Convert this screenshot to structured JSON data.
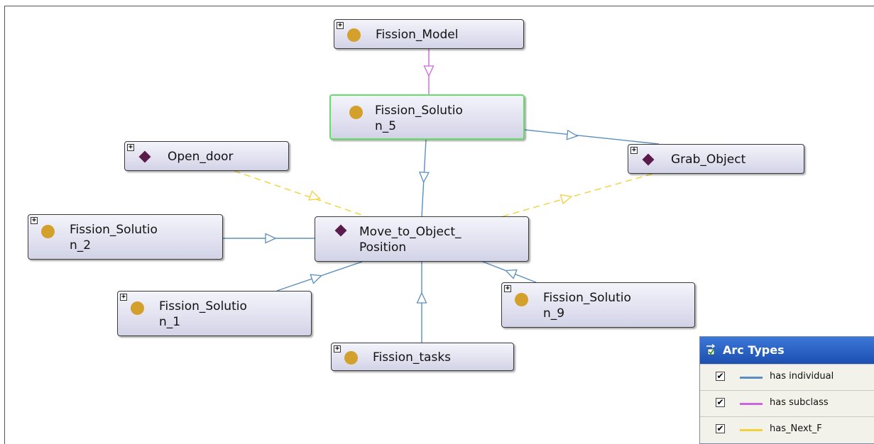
{
  "colors": {
    "individual": "#5b8ec0",
    "subclass": "#cc66dd",
    "next": "#f2d13a",
    "class_dot": "#d4a02c",
    "individual_diamond": "#5a1a4a"
  },
  "nodes": [
    {
      "id": "fission_model",
      "kind": "class",
      "expandable": true,
      "selected": false,
      "lines": [
        "Fission_Model"
      ]
    },
    {
      "id": "fission_solution_5",
      "kind": "class",
      "expandable": false,
      "selected": true,
      "lines": [
        "Fission_Solutio",
        "n_5"
      ]
    },
    {
      "id": "open_door",
      "kind": "individual",
      "expandable": true,
      "selected": false,
      "lines": [
        "Open_door"
      ]
    },
    {
      "id": "grab_object",
      "kind": "individual",
      "expandable": true,
      "selected": false,
      "lines": [
        "Grab_Object"
      ]
    },
    {
      "id": "fission_solution_2",
      "kind": "class",
      "expandable": true,
      "selected": false,
      "lines": [
        "Fission_Solutio",
        "n_2"
      ]
    },
    {
      "id": "move_to_object_position",
      "kind": "individual",
      "expandable": false,
      "selected": false,
      "lines": [
        "Move_to_Object_",
        "Position"
      ]
    },
    {
      "id": "fission_solution_1",
      "kind": "class",
      "expandable": true,
      "selected": false,
      "lines": [
        "Fission_Solutio",
        "n_1"
      ]
    },
    {
      "id": "fission_solution_9",
      "kind": "class",
      "expandable": true,
      "selected": false,
      "lines": [
        "Fission_Solutio",
        "n_9"
      ]
    },
    {
      "id": "fission_tasks",
      "kind": "class",
      "expandable": true,
      "selected": false,
      "lines": [
        "Fission_tasks"
      ]
    }
  ],
  "edges": [
    {
      "from": "fission_model",
      "to": "fission_solution_5",
      "type": "subclass"
    },
    {
      "from": "fission_solution_5",
      "to": "grab_object",
      "type": "individual"
    },
    {
      "from": "fission_solution_5",
      "to": "move_to_object_position",
      "type": "individual"
    },
    {
      "from": "open_door",
      "to": "move_to_object_position",
      "type": "next"
    },
    {
      "from": "move_to_object_position",
      "to": "grab_object",
      "type": "next"
    },
    {
      "from": "fission_solution_2",
      "to": "move_to_object_position",
      "type": "individual"
    },
    {
      "from": "fission_solution_1",
      "to": "move_to_object_position",
      "type": "individual"
    },
    {
      "from": "fission_solution_9",
      "to": "move_to_object_position",
      "type": "individual"
    },
    {
      "from": "fission_tasks",
      "to": "move_to_object_position",
      "type": "individual"
    }
  ],
  "legend": {
    "title": "Arc Types",
    "items": [
      {
        "label": "has individual",
        "color": "#5b8ec0",
        "checked": true
      },
      {
        "label": "has subclass",
        "color": "#cc66dd",
        "checked": true
      },
      {
        "label": "has_Next_F",
        "color": "#f2d13a",
        "checked": true
      }
    ]
  },
  "expand_glyph": "+",
  "check_glyph": "✔"
}
